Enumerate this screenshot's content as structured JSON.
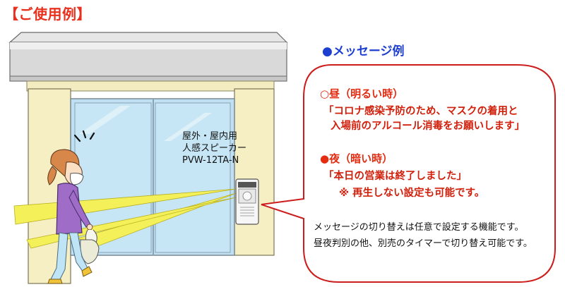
{
  "title": "【ご使用例】",
  "message_heading": "●メッセージ例",
  "product": {
    "line1": "屋外・屋内用",
    "line2": "人感スピーカー",
    "line3": "PVW-12TA-N"
  },
  "day": {
    "title": "○昼（明るい時）",
    "line1": "「コロナ感染予防のため、マスクの着用と",
    "line2": "入場前のアルコール消毒をお願いします」"
  },
  "night": {
    "title": "●夜（暗い時）",
    "line1": "「本日の営業は終了しました」",
    "note": "※ 再生しない設定も可能です。"
  },
  "notes": {
    "line1": "メッセージの切り替えは任意で設定する機能です。",
    "line2": "昼夜判別の他、別売のタイマーで切り替え可能です。"
  },
  "colors": {
    "title_red": "#e8301d",
    "heading_blue": "#1c3fd1",
    "bubble_border": "#cc1c1c",
    "beam_yellow": "#f4f05a",
    "pillar": "#f6efc4",
    "glass": "#c4e4f4",
    "figure_shirt": "#9f6cc8"
  }
}
